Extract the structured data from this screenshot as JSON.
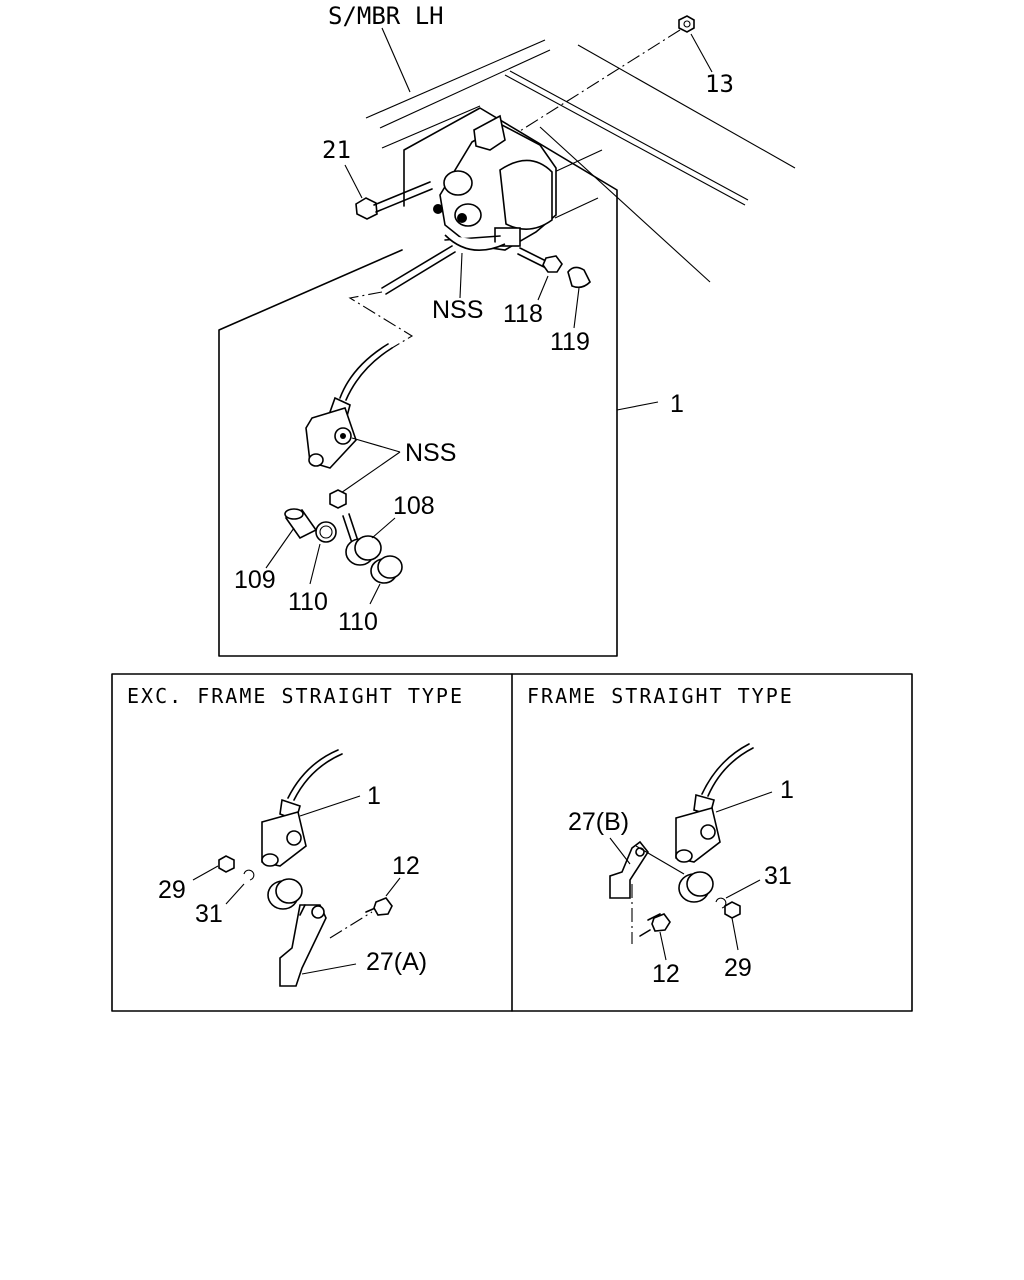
{
  "labels": {
    "s_mbr": "S/MBR LH",
    "p13": "13",
    "p21": "21",
    "nss_top": "NSS",
    "p118": "118",
    "p119": "119",
    "p1_main": "1",
    "nss_mid": "NSS",
    "p108": "108",
    "p109": "109",
    "p110_a": "110",
    "p110_b": "110"
  },
  "left_panel": {
    "title": "EXC. FRAME STRAIGHT TYPE",
    "p1": "1",
    "p12": "12",
    "p29": "29",
    "p31": "31",
    "p27": "27(A)"
  },
  "right_panel": {
    "title": "FRAME STRAIGHT TYPE",
    "p1": "1",
    "p27": "27(B)",
    "p31": "31",
    "p12": "12",
    "p29": "29"
  }
}
